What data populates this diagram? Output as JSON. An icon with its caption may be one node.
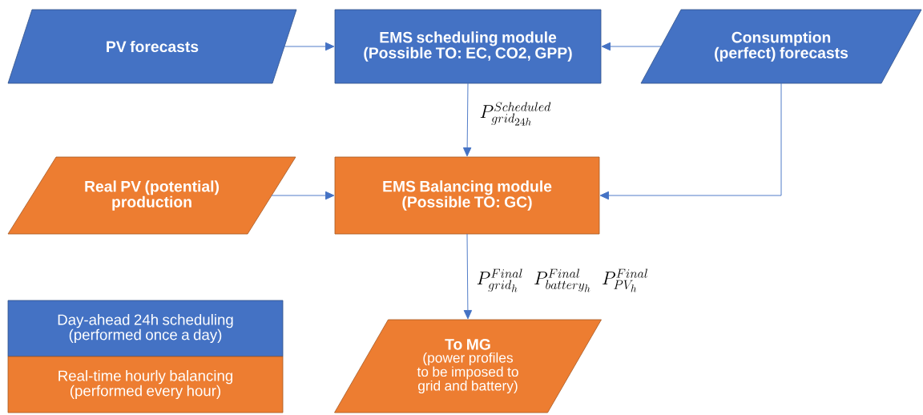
{
  "diagram": {
    "nodes": [
      {
        "text": [
          "PV forecasts"
        ]
      },
      {
        "text": [
          "EMS scheduling module (Possible TO: EC, CO2, GPP)"
        ]
      },
      {
        "text": [
          "Consumption (perfect) forecasts"
        ]
      },
      {
        "text": [
          "Real PV (potential) production"
        ]
      },
      {
        "text": [
          "EMS Balancing module (Possible TO: GC)"
        ]
      },
      {
        "text": [
          "To MG",
          "(power profiles to be imposed to grid and battery)"
        ]
      }
    ],
    "edges": [
      {
        "from": 0,
        "to": 1,
        "arrow": "to"
      },
      {
        "from": 2,
        "to": 1,
        "arrow": "to"
      },
      {
        "from": 1,
        "to": 4,
        "arrow": "to",
        "label": "P^{Scheduled}_{grid_{24h}}"
      },
      {
        "from": 3,
        "to": 4,
        "arrow": "to"
      },
      {
        "from": 2,
        "to": 4,
        "arrow": "to"
      },
      {
        "from": 4,
        "to": 5,
        "arrow": "to",
        "label": "P^{Final}_{grid_h}\\;\\;P^{Final}_{battery_h}\\;\\;P^{Final}_{PV_h}"
      }
    ],
    "legend": [
      {
        "text": "Day-ahead 24h scheduling (performed once a day)",
        "color": "#4472c4"
      },
      {
        "text": "Real-time hourly balancing (performed every hour)",
        "color": "#ed7d31"
      }
    ]
  }
}
